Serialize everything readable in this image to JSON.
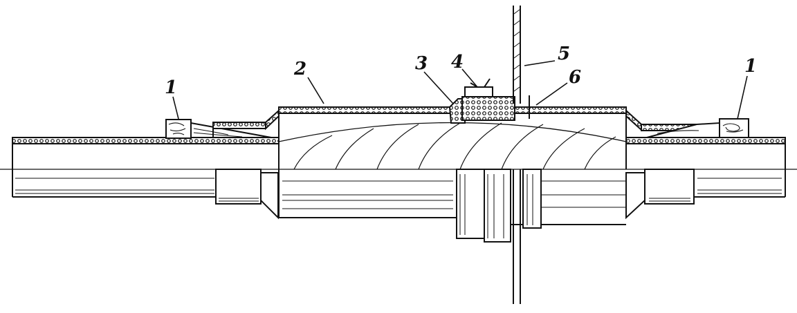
{
  "labels": {
    "l1_left": "1",
    "l2": "2",
    "l3": "3",
    "l4": "4",
    "l5": "5",
    "l6": "6",
    "l1_right": "1"
  },
  "colors": {
    "ink": "#111111",
    "paper": "#ffffff"
  }
}
